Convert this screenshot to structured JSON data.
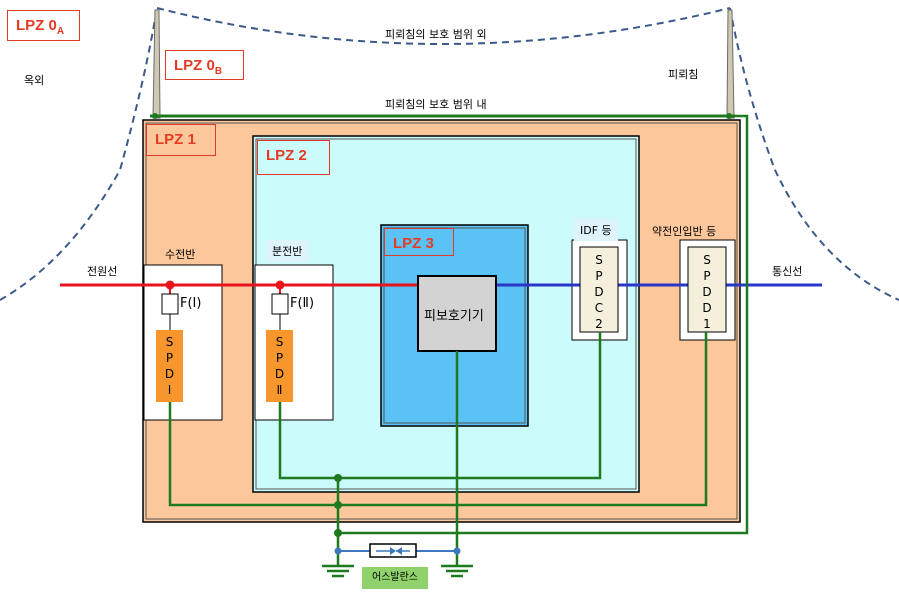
{
  "zones": {
    "lpz0a": {
      "main": "LPZ 0",
      "sub": "A"
    },
    "lpz0b": {
      "main": "LPZ 0",
      "sub": "B"
    },
    "lpz1": "LPZ 1",
    "lpz2": "LPZ 2",
    "lpz3": "LPZ 3"
  },
  "labels": {
    "outside_range": "피뢰침의 보호 범위 외",
    "inside_range": "피뢰침의 보호 범위 내",
    "outdoor": "옥외",
    "lightning_rod": "피뢰침",
    "power_line": "전원선",
    "comm_line": "통신선",
    "receiving_panel": "수전반",
    "distribution_panel": "분전반",
    "idf": "IDF 등",
    "weak_current_panel": "약전인입반 등",
    "protected_device": "피보호기기",
    "earth_balance": "어스발란스"
  },
  "fuses": {
    "f1": "F(Ⅰ)",
    "f2": "F(Ⅱ)"
  },
  "spds": {
    "spd1": [
      "S",
      "P",
      "D",
      "Ⅰ"
    ],
    "spd2": [
      "S",
      "P",
      "D",
      "Ⅱ"
    ],
    "spdc2": [
      "S",
      "P",
      "D",
      "C",
      "2"
    ],
    "spdd1": [
      "S",
      "P",
      "D",
      "D",
      "1"
    ]
  },
  "colors": {
    "power_line": "#e8141c",
    "comm_line": "#2a36c8",
    "ground_line": "#1e7a1e",
    "lpz1_fill": "#fcc89b",
    "lpz2_fill": "#ccfbfb",
    "lpz3_fill": "#5ac2f5",
    "spd_orange": "#f7962d",
    "spd_cream": "#f4f0dc",
    "lpz_text": "#e53b25"
  }
}
